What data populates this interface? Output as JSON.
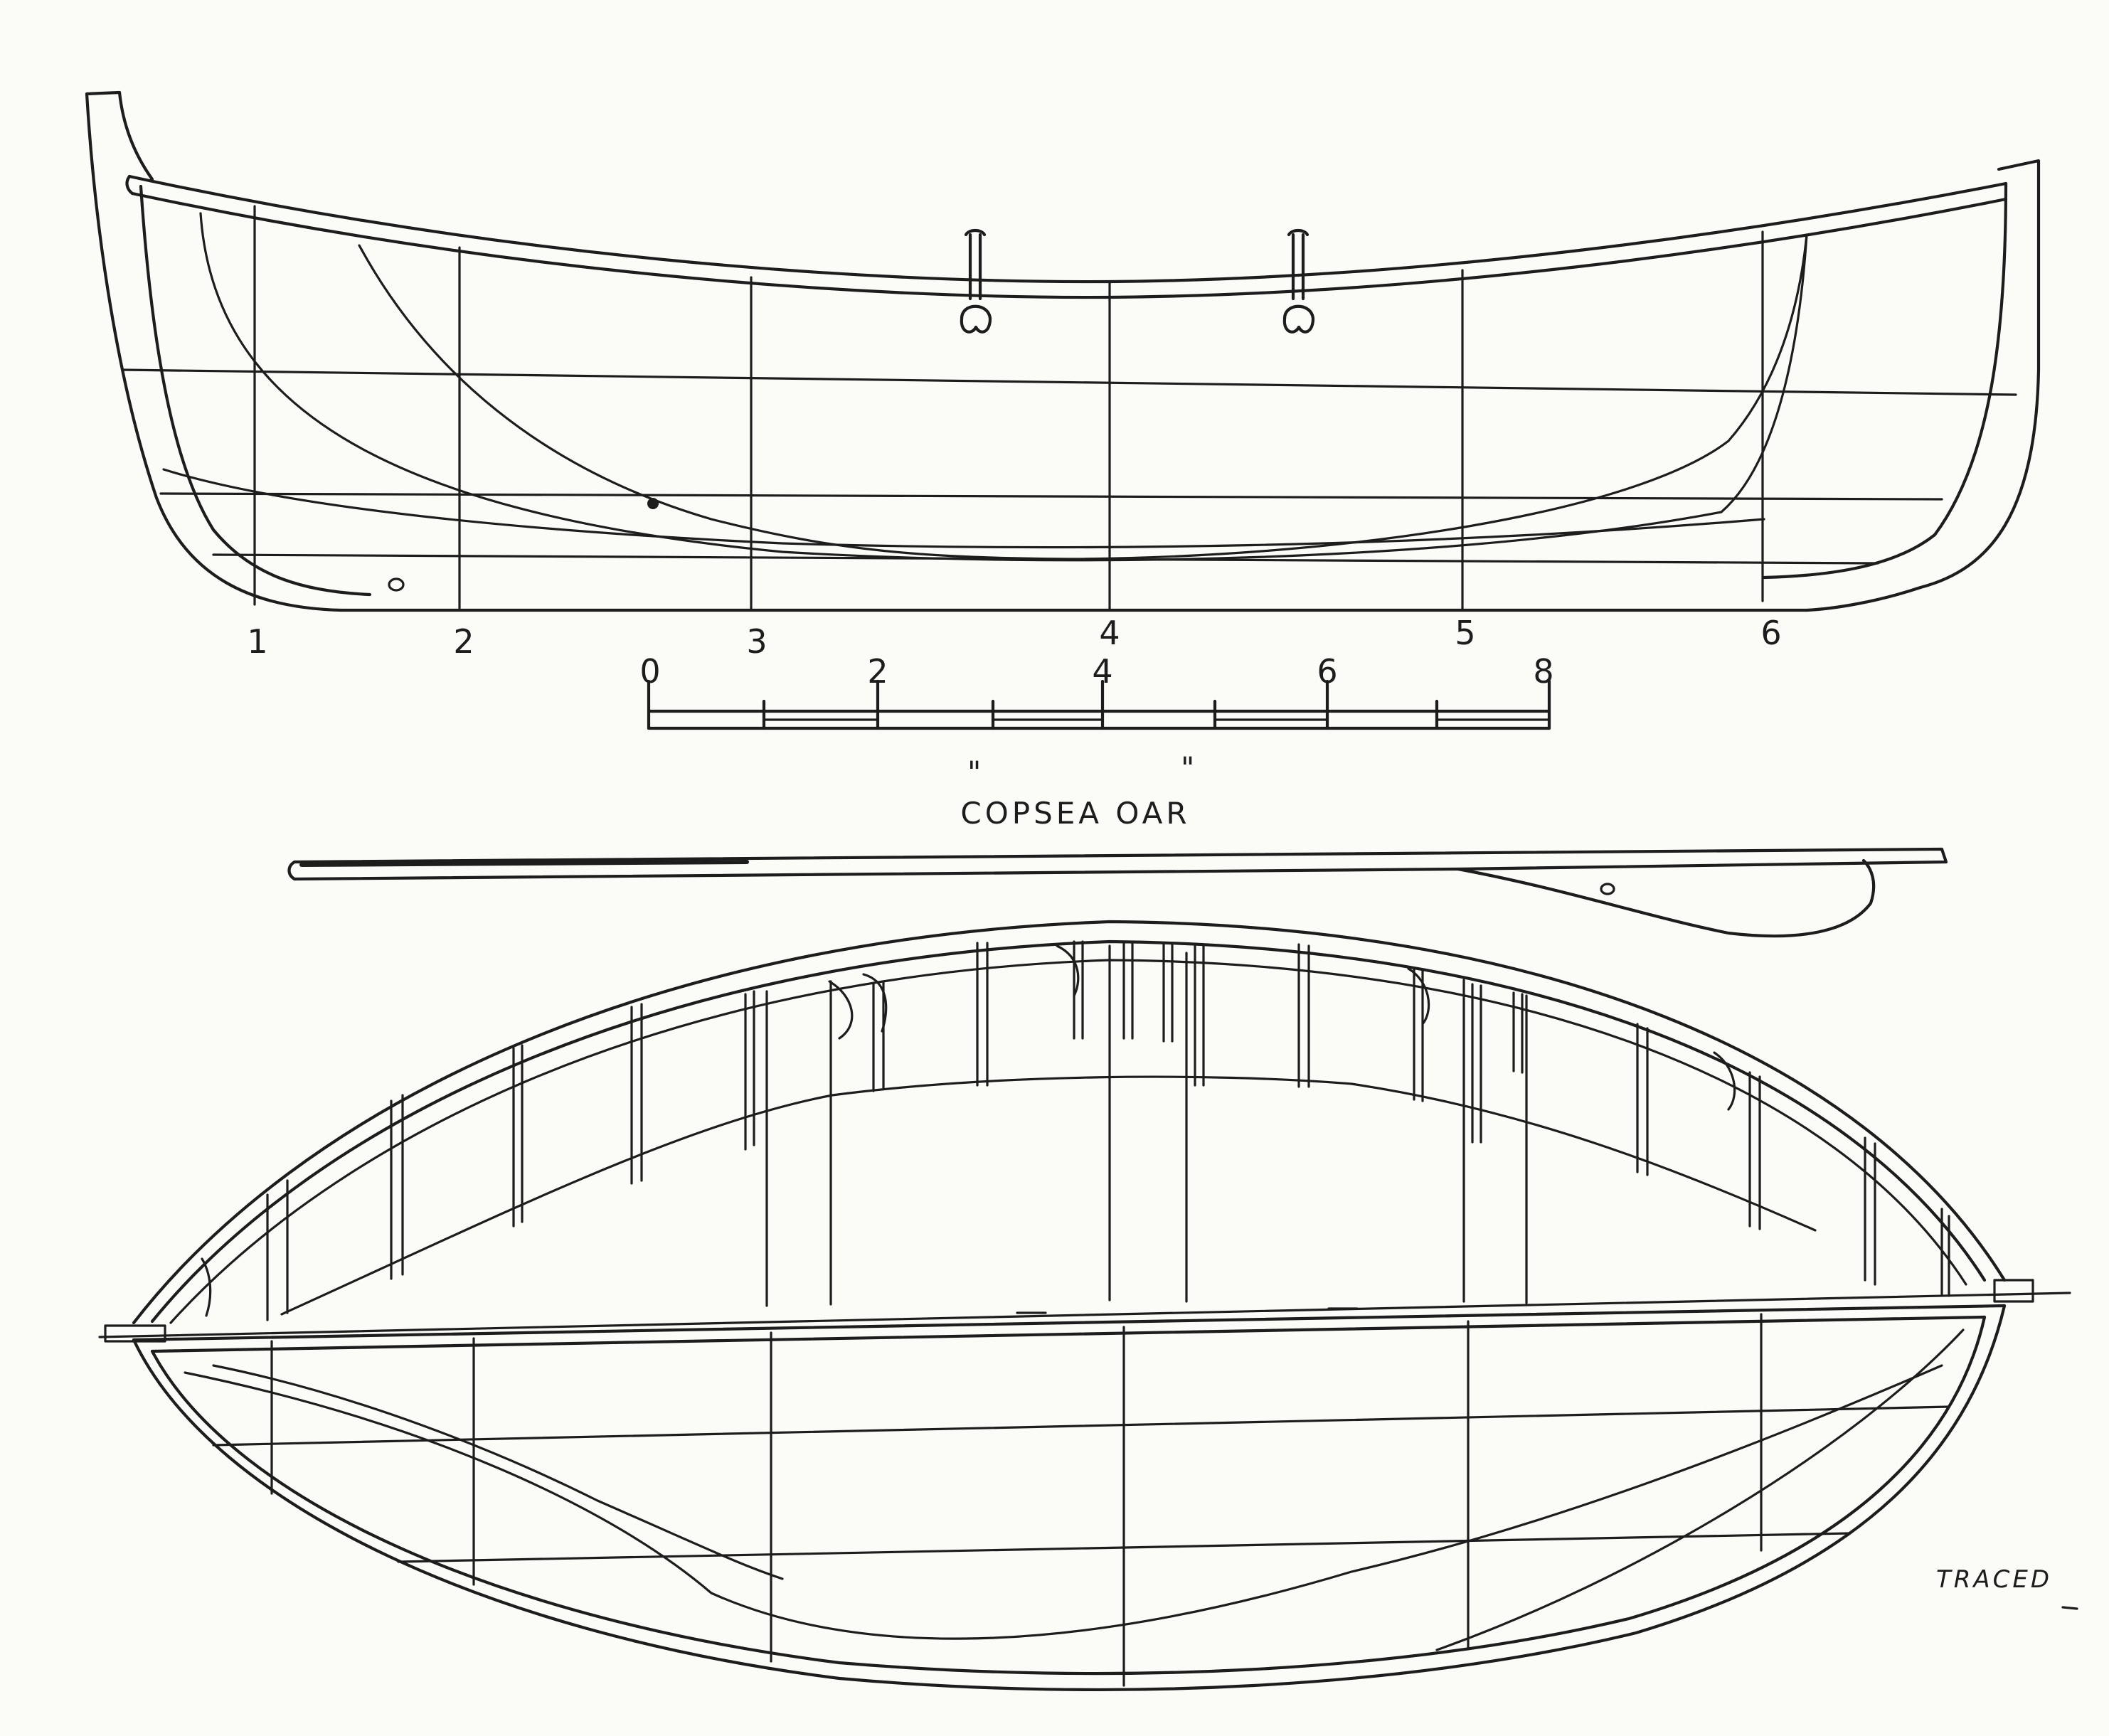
{
  "drawing": {
    "profile": {
      "station_labels": [
        "1",
        "2",
        "3",
        "4",
        "5",
        "6"
      ]
    },
    "scale_bar": {
      "labels": [
        "0",
        "2",
        "4",
        "6",
        "8"
      ]
    },
    "oar": {
      "title": "\" COPSEA \" OAR",
      "quote_open": "\"",
      "quote_close": "\"",
      "name": "COPSEA OAR"
    },
    "signature": "TRACED"
  }
}
